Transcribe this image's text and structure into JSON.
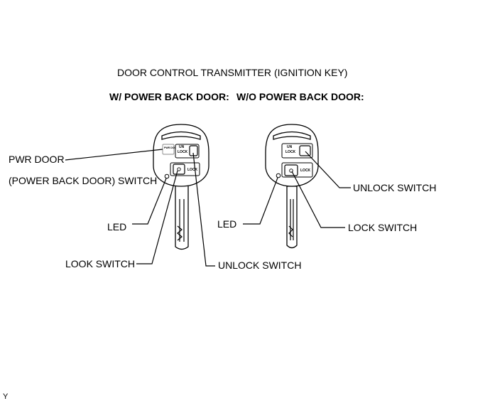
{
  "title": "DOOR CONTROL TRANSMITTER",
  "subtitle": "(IGNITION KEY)",
  "left_heading": "W/ POWER BACK DOOR:",
  "right_heading": "W/O POWER BACK DOOR:",
  "left_key": {
    "pwr_door_line1": "PWR DOOR",
    "pwr_door_line2": "(POWER BACK DOOR) SWITCH",
    "led": "LED",
    "lock_switch": "LOOK SWITCH",
    "unlock_switch": "UNLOCK SWITCH",
    "button_pwr": "PWR DOOR",
    "button_unlock_1": "UN",
    "button_unlock_2": "LOCK",
    "button_lock": "LOCK"
  },
  "right_key": {
    "unlock_switch": "UNLOCK SWITCH",
    "led": "LED",
    "lock_switch": "LOCK SWITCH",
    "button_unlock_1": "UN",
    "button_unlock_2": "LOCK",
    "button_lock": "LOCK"
  },
  "corner_mark": "Y"
}
